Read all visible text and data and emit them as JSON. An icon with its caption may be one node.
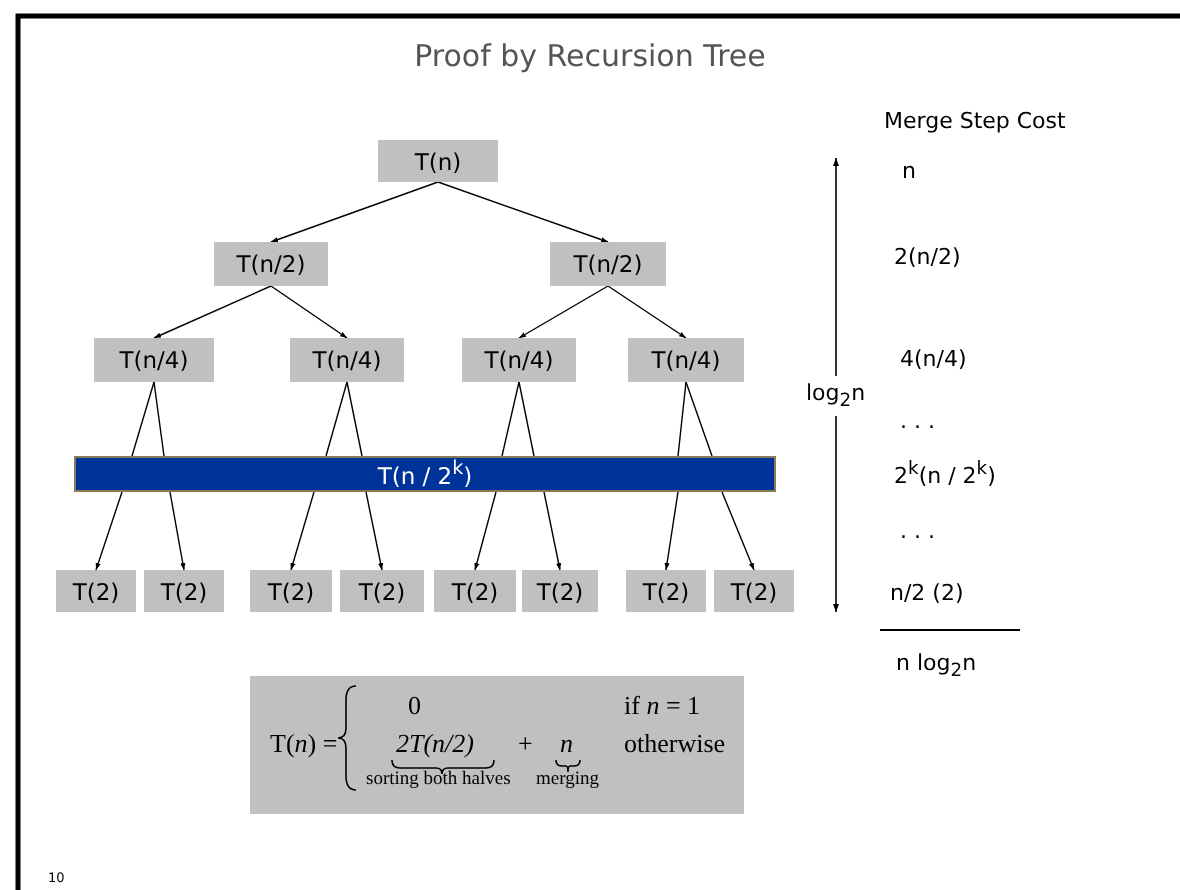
{
  "diagram": {
    "title": "Proof by Recursion Tree",
    "nodes": [
      {
        "text": [
          "T(n)"
        ]
      },
      {
        "text": [
          "T(n/2)"
        ]
      },
      {
        "text": [
          "T(n/2)"
        ]
      },
      {
        "text": [
          "T(n/4)"
        ]
      },
      {
        "text": [
          "T(n/4)"
        ]
      },
      {
        "text": [
          "T(n/4)"
        ]
      },
      {
        "text": [
          "T(n/4)"
        ]
      },
      {
        "text": [
          "T(n / 2$^{k}$)"
        ]
      },
      {
        "text": [
          "T(2)"
        ]
      },
      {
        "text": [
          "T(2)"
        ]
      },
      {
        "text": [
          "T(2)"
        ]
      },
      {
        "text": [
          "T(2)"
        ]
      },
      {
        "text": [
          "T(2)"
        ]
      },
      {
        "text": [
          "T(2)"
        ]
      },
      {
        "text": [
          "T(2)"
        ]
      },
      {
        "text": [
          "T(2)"
        ]
      },
      {
        "text": [
          "T(*n*) =",
          "0",
          "if *n* = 1",
          "2T(n/2)",
          "+",
          "n",
          "otherwise",
          "sorting both halves",
          "merging"
        ]
      }
    ],
    "edges": [
      {
        "from": 0,
        "to": 1,
        "arrow": "to"
      },
      {
        "from": 0,
        "to": 2,
        "arrow": "to"
      },
      {
        "from": 1,
        "to": 3,
        "arrow": "to"
      },
      {
        "from": 1,
        "to": 4,
        "arrow": "to"
      },
      {
        "from": 2,
        "to": 5,
        "arrow": "to"
      },
      {
        "from": 2,
        "to": 6,
        "arrow": "to"
      },
      {
        "from": 3,
        "to": 7,
        "arrow": "none"
      },
      {
        "from": 3,
        "to": 7,
        "arrow": "none"
      },
      {
        "from": 4,
        "to": 7,
        "arrow": "none"
      },
      {
        "from": 4,
        "to": 7,
        "arrow": "none"
      },
      {
        "from": 5,
        "to": 7,
        "arrow": "none"
      },
      {
        "from": 5,
        "to": 7,
        "arrow": "none"
      },
      {
        "from": 6,
        "to": 7,
        "arrow": "none"
      },
      {
        "from": 6,
        "to": 7,
        "arrow": "none"
      },
      {
        "from": 7,
        "to": 8,
        "arrow": "to"
      },
      {
        "from": 7,
        "to": 9,
        "arrow": "to"
      },
      {
        "from": 7,
        "to": 10,
        "arrow": "to"
      },
      {
        "from": 7,
        "to": 11,
        "arrow": "to"
      },
      {
        "from": 7,
        "to": 12,
        "arrow": "to"
      },
      {
        "from": 7,
        "to": 13,
        "arrow": "to"
      },
      {
        "from": 7,
        "to": 14,
        "arrow": "to"
      },
      {
        "from": 7,
        "to": 15,
        "arrow": "to"
      }
    ],
    "labels": [
      "Merge Step Cost",
      "n",
      "2(n/2)",
      "4(n/4)",
      "log$_{2}$n",
      ". . .",
      "2$^{k}$(n / 2$^{k}$)",
      ". . .",
      "n/2 (2)",
      "n log$_{2}$n",
      "10"
    ]
  }
}
